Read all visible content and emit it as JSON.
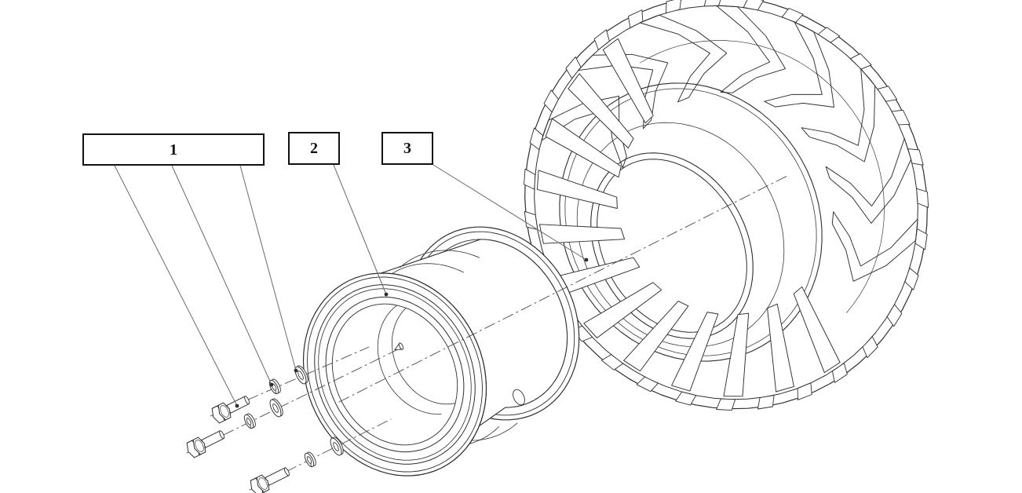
{
  "diagram": {
    "background_color": "#ffffff",
    "line_color": "#2e2e2e",
    "detail_line_color": "#3a3a3a",
    "axis_line_color": "#4a4a4a",
    "leader_line_color": "#6a6a6a",
    "callouts": [
      {
        "label": "1"
      },
      {
        "label": "2"
      },
      {
        "label": "3"
      }
    ]
  }
}
